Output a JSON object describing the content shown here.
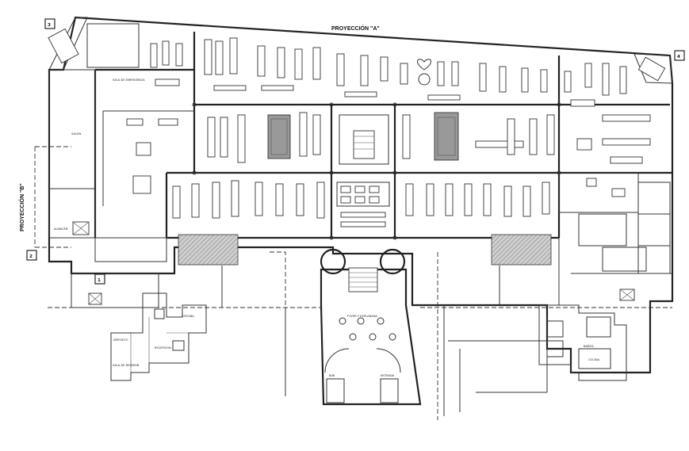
{
  "projection_a": "PROYECCIÓN \"A\"",
  "projection_b": "PROYECCIÓN \"B\"",
  "markers": [
    "1",
    "2",
    "3",
    "4"
  ],
  "room_labels": {
    "salon": "SALÓN",
    "sala_emergencia": "SALA DE EMERGENCIA",
    "foyer": "FOYER Y EXPLANADA",
    "bar": "BAR",
    "entrada": "ENTRADA",
    "baños": "BAÑOS",
    "cocina": "COCINA",
    "almacen": "ALMACÉN",
    "recepcion": "RECEPCIÓN",
    "sala_reunion": "SALA DE REUNIÓN",
    "oficina": "OFICINA",
    "deposito": "DEPÓSITO"
  }
}
